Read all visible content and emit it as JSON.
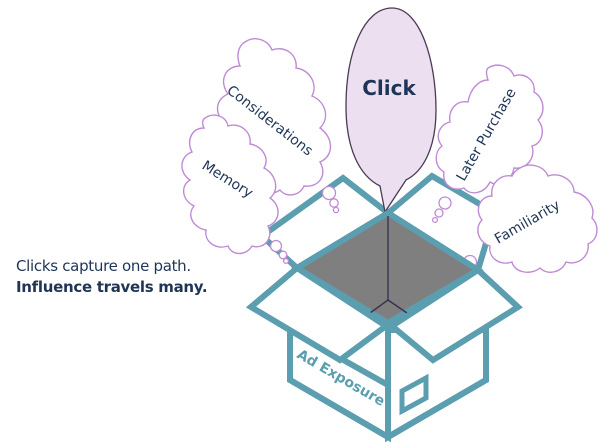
{
  "caption": {
    "line1": "Clicks capture one path.",
    "line2": "Influence travels many."
  },
  "box": {
    "label": "Ad Exposure"
  },
  "bubbles": {
    "click": "Click",
    "considerations": "Considerations",
    "memory": "Memory",
    "later_purchase": "Later Purchase",
    "familiarity": "Familiarity"
  },
  "colors": {
    "box_stroke": "#5b9eb0",
    "box_interior": "#7f7f7f",
    "cloud_stroke": "#c08ad6",
    "speech_fill": "#ece0f0",
    "speech_stroke": "#4a3a55",
    "text_dark": "#1f3557"
  }
}
